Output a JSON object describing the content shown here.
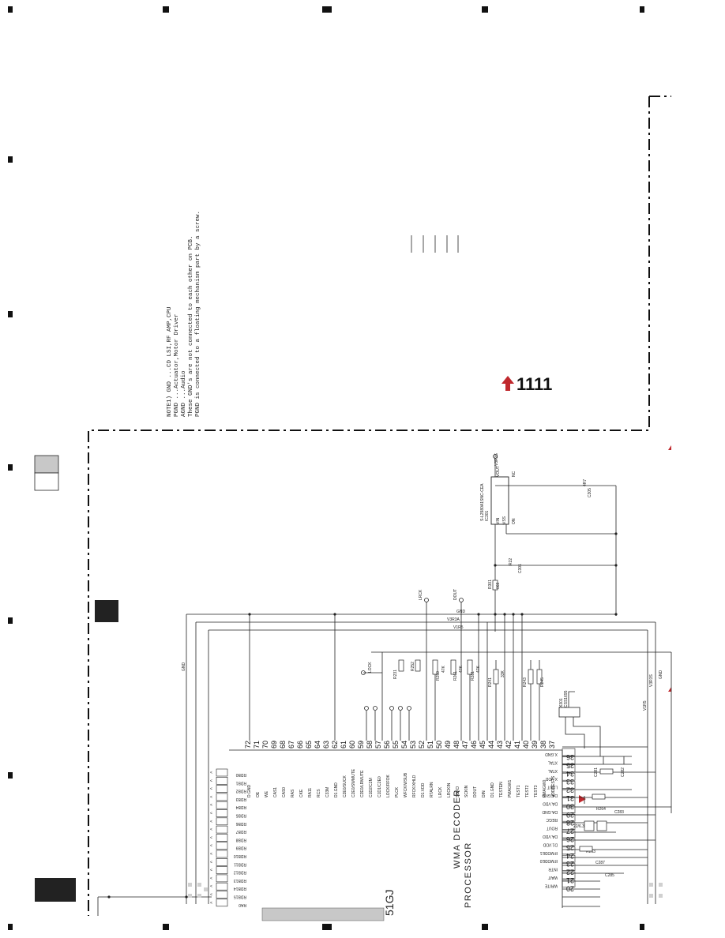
{
  "note": {
    "lines": [
      "NOTE1) GND  ...CD LSI,RF AMP,CPU",
      "       PGND ...Actuator,Motor Driver",
      "       AGND ...Audio",
      "       These GND's are not connected to each other on PCB.",
      "       PGND is connected to a floating mechanism part by a screw."
    ]
  },
  "marker": {
    "label": "1111",
    "color": "#c0282d"
  },
  "decoder": {
    "title_line1": "WMA DECODER",
    "title_line2": "PROCESSOR",
    "partial_label": "51GJ"
  },
  "regulator": {
    "part": "S-L2980A1SNC-CEA",
    "ref": "IC301",
    "pins": [
      "VOUT",
      "VIN",
      "VSS",
      "ON",
      "NC"
    ],
    "pin_numbers": [
      "5",
      "4",
      "1",
      "2",
      "3"
    ],
    "net_top": "V3R3S",
    "cap": "C305",
    "cap_value": "4R7"
  },
  "nets": [
    "GND",
    "V3R3A",
    "V1R5",
    "LRCK",
    "DOUT",
    "LOCK",
    "PLCK",
    "BFCK",
    "WFCK",
    "RFCK",
    "V1R5",
    "V3R3S",
    "GND"
  ],
  "left_pins": [
    {
      "num": "72",
      "name": "D.GND"
    },
    {
      "num": "71",
      "name": "OE"
    },
    {
      "num": "70",
      "name": "WE"
    },
    {
      "num": "69",
      "name": "CAS1"
    },
    {
      "num": "68",
      "name": "CAS0"
    },
    {
      "num": "67",
      "name": "RAS"
    },
    {
      "num": "66",
      "name": "CKE"
    },
    {
      "num": "65",
      "name": "RA11"
    },
    {
      "num": "64",
      "name": "RCS"
    },
    {
      "num": "63",
      "name": "C33M"
    },
    {
      "num": "62",
      "name": "D1.GND"
    },
    {
      "num": "61",
      "name": "C2E0/SUCK"
    },
    {
      "num": "60",
      "name": "C2E0/SWMUTE"
    },
    {
      "num": "59",
      "name": "C2E0/LRMUTE"
    },
    {
      "num": "58",
      "name": "C1D2/C2M"
    },
    {
      "num": "57",
      "name": "C1D1/C2E0"
    },
    {
      "num": "56",
      "name": "LOCK/RFOK"
    },
    {
      "num": "55",
      "name": "PLCK"
    },
    {
      "num": "54",
      "name": "WFCK/WSUB"
    },
    {
      "num": "53",
      "name": "RFCK/XHLD"
    },
    {
      "num": "52",
      "name": "D1.VDD"
    },
    {
      "num": "51",
      "name": "RTALRN"
    },
    {
      "num": "50",
      "name": "LRCK"
    },
    {
      "num": "49",
      "name": "LRCKIN"
    },
    {
      "num": "48",
      "name": "SCKO"
    },
    {
      "num": "47",
      "name": "SCKIN"
    },
    {
      "num": "46",
      "name": "DOUT"
    },
    {
      "num": "45",
      "name": "DIN"
    },
    {
      "num": "44",
      "name": "D1.GND"
    },
    {
      "num": "43",
      "name": "TESTEN"
    },
    {
      "num": "42",
      "name": "PMAGW1"
    },
    {
      "num": "41",
      "name": "TEST1"
    },
    {
      "num": "40",
      "name": "TEST2"
    },
    {
      "num": "39",
      "name": "TEST3"
    },
    {
      "num": "38",
      "name": "PMAGW0"
    },
    {
      "num": "37",
      "name": "VDDRESTS"
    }
  ],
  "right_pins": [
    {
      "num": "36",
      "name": "X.GND"
    },
    {
      "num": "35",
      "name": "XTAL"
    },
    {
      "num": "34",
      "name": "XTAL"
    },
    {
      "num": "33",
      "name": "X.VDD"
    },
    {
      "num": "32",
      "name": "LOUT"
    },
    {
      "num": "31",
      "name": "DA.GND"
    },
    {
      "num": "30",
      "name": "DA.VDD"
    },
    {
      "num": "29",
      "name": "DA.GND"
    },
    {
      "num": "28",
      "name": "REGC"
    },
    {
      "num": "27",
      "name": "ROUT"
    },
    {
      "num": "26",
      "name": "DA.VDD"
    },
    {
      "num": "25",
      "name": "D1.VDD"
    },
    {
      "num": "24",
      "name": "IFMODE1"
    },
    {
      "num": "23",
      "name": "IFMODE0"
    },
    {
      "num": "22",
      "name": "INTR"
    },
    {
      "num": "21",
      "name": "WAIT"
    },
    {
      "num": "20",
      "name": "WRITE"
    }
  ],
  "bottom_pins": [
    "RDB0",
    "RDB1",
    "RDB2",
    "RDB3",
    "RDB4",
    "RDB5",
    "RDB6",
    "RDB7",
    "RDB8",
    "RDB9",
    "RDB10",
    "RDB11",
    "RDB12",
    "RDB13",
    "RDB14",
    "RDB15",
    "RA0"
  ],
  "components": [
    {
      "ref": "C301",
      "value": "R22"
    },
    {
      "ref": "C304",
      "value": "R1"
    },
    {
      "ref": "R301",
      "value": "068"
    },
    {
      "ref": "R231",
      "value": "R1"
    },
    {
      "ref": "R252",
      "value": "47K"
    },
    {
      "ref": "R259",
      "value": "47K"
    },
    {
      "ref": "R261",
      "value": "47K"
    },
    {
      "ref": "R281",
      "value": "47K"
    },
    {
      "ref": "R241",
      "value": "33K"
    },
    {
      "ref": "R243",
      "value": "33K"
    },
    {
      "ref": "R245",
      "value": "33K"
    },
    {
      "ref": "X301",
      "value": "CSS1695"
    },
    {
      "ref": "C281",
      "value": "R1"
    },
    {
      "ref": "C282",
      "value": "R1"
    },
    {
      "ref": "L301",
      "value": ""
    },
    {
      "ref": "C283",
      "value": "R1"
    },
    {
      "ref": "R264",
      "value": "068"
    },
    {
      "ref": "C285",
      "value": "R1"
    },
    {
      "ref": "C286",
      "value": "22/6.3"
    },
    {
      "ref": "R263",
      "value": "068"
    },
    {
      "ref": "C287",
      "value": "R1"
    },
    {
      "ref": "C288",
      "value": "R1"
    }
  ],
  "colors": {
    "ink": "#222222",
    "accent_red": "#c0282d",
    "gray_panel": "#c8c8c8",
    "dark_block": "#222222"
  }
}
